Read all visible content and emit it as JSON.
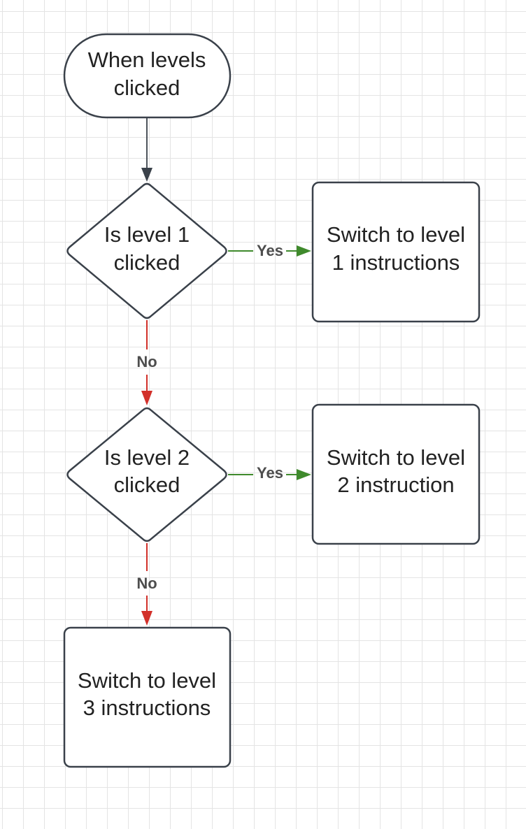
{
  "nodes": {
    "start": {
      "line1": "When levels",
      "line2": "clicked"
    },
    "decision1": {
      "line1": "Is level 1",
      "line2": "clicked"
    },
    "action1": {
      "line1": "Switch to level",
      "line2": "1 instructions"
    },
    "decision2": {
      "line1": "Is level 2",
      "line2": "clicked"
    },
    "action2": {
      "line1": "Switch to level",
      "line2": "2 instruction"
    },
    "action3": {
      "line1": "Switch to level",
      "line2": "3 instructions"
    }
  },
  "edges": {
    "start_to_decision1": {
      "label": ""
    },
    "decision1_yes": {
      "label": "Yes"
    },
    "decision1_no": {
      "label": "No"
    },
    "decision2_yes": {
      "label": "Yes"
    },
    "decision2_no": {
      "label": "No"
    }
  },
  "colors": {
    "outline": "#3a414a",
    "yes_arrow": "#3f8a2c",
    "no_arrow": "#d2302a",
    "plain_arrow": "#3a414a",
    "grid": "#e4e4e4"
  }
}
